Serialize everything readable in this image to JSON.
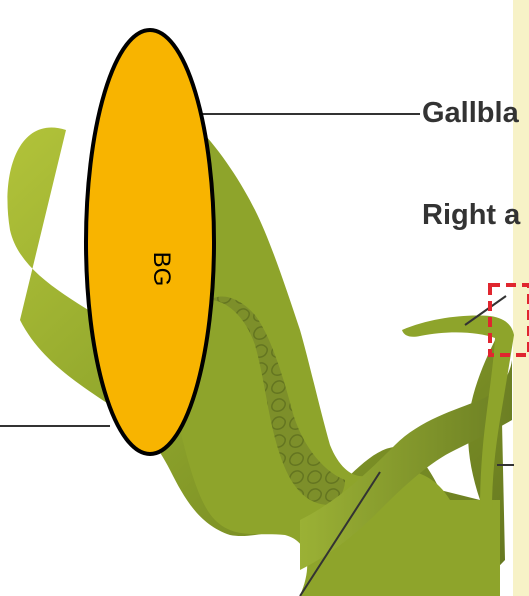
{
  "diagram": {
    "labels": {
      "gallbladder": "Gallbla",
      "right": "Right a"
    },
    "overlay": {
      "oval_label": "BG",
      "oval_color": "#f8b400"
    },
    "colors": {
      "organ_main": "#7f9325",
      "organ_light": "#a7b92e",
      "organ_dark": "#55661e",
      "texture": "#6a7a1f",
      "right_strip": "#f7f2c7",
      "highlight_box": "#e0262f",
      "leader_line": "#333333"
    }
  }
}
